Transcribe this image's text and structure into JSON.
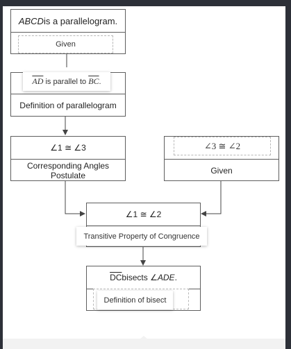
{
  "statements": {
    "s1": {
      "text": "ABCD",
      "suffix": " is a parallelogram.",
      "reason": "Given"
    },
    "s2": {
      "seg1": "AD",
      "middle": "is parallel to",
      "seg2": "BC",
      "end": ".",
      "reason": "Definition of parallelogram"
    },
    "s3": {
      "text": "∠1 ≅ ∠3",
      "reason": "Corresponding Angles Postulate"
    },
    "s4": {
      "text": "∠3 ≅ ∠2",
      "reason": "Given"
    },
    "s5": {
      "text": "∠1 ≅ ∠2",
      "reason": "Transitive Property of Congruence"
    },
    "s6": {
      "seg": "DC",
      "middle": " bisects ∠",
      "angle": "ADE",
      "end": ".",
      "reason": "Definition of bisect"
    }
  },
  "colors": {
    "border": "#5e5e5e",
    "dashed": "#b8b8b8",
    "arrow": "#444444",
    "background": "#2d3038"
  }
}
